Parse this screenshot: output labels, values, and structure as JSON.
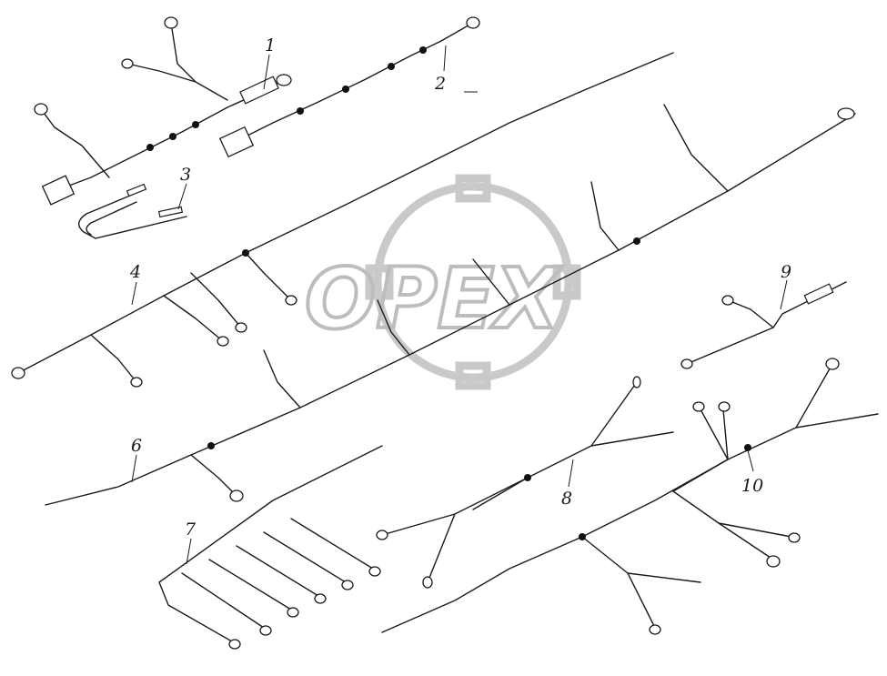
{
  "watermark": {
    "logo": "OPEX"
  },
  "callouts": [
    "1",
    "2",
    "3",
    "4",
    "6",
    "7",
    "8",
    "9",
    "10"
  ]
}
